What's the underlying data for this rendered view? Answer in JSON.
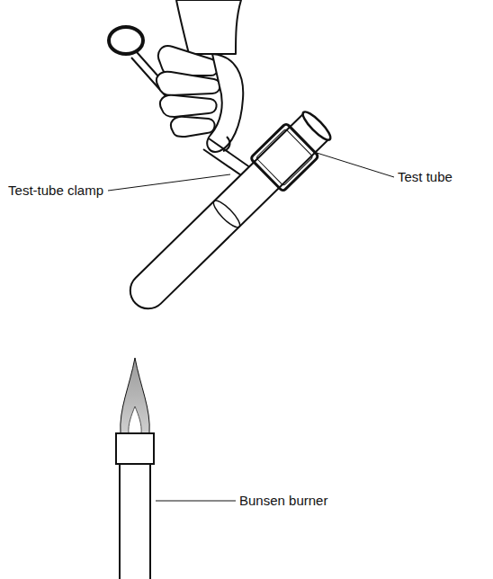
{
  "diagram": {
    "labels": [
      "Test-tube clamp",
      "Test tube",
      "Bunsen burner"
    ]
  }
}
